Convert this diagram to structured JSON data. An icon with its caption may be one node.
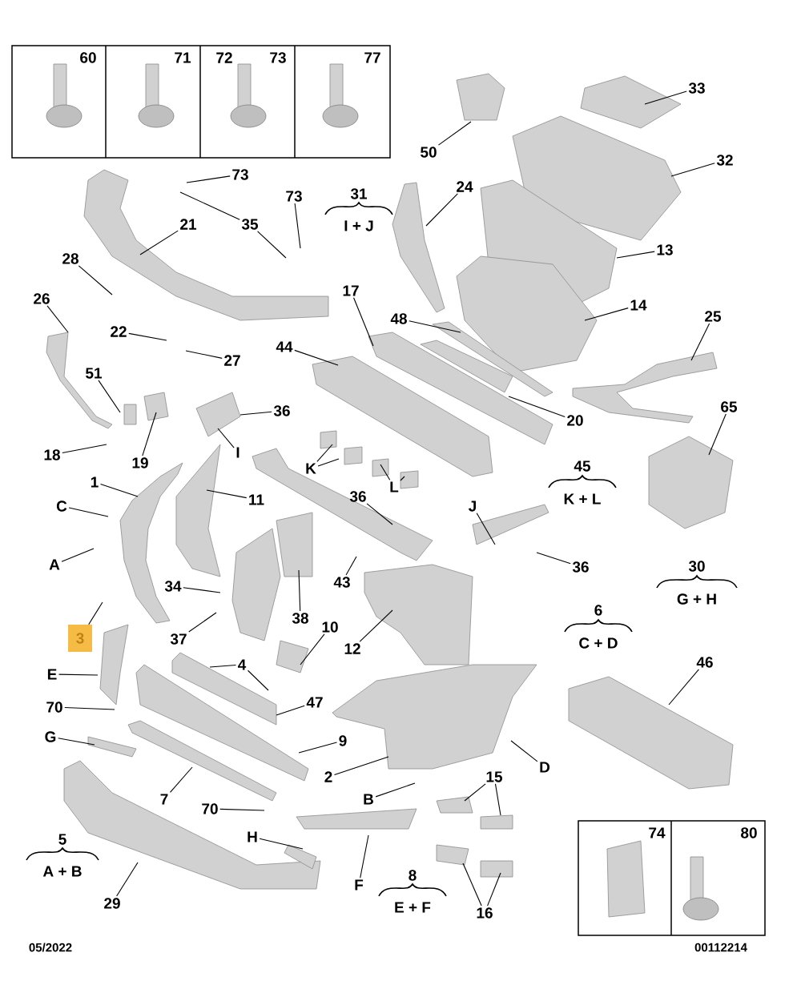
{
  "diagram": {
    "nodes": [
      {
        "text": [
          "33"
        ]
      },
      {
        "text": [
          "32"
        ]
      },
      {
        "text": [
          "50"
        ]
      },
      {
        "text": [
          "73"
        ]
      },
      {
        "text": [
          "24"
        ]
      },
      {
        "text": [
          "73"
        ]
      },
      {
        "text": [
          "35"
        ]
      },
      {
        "text": [
          "21"
        ]
      },
      {
        "text": [
          "13"
        ]
      },
      {
        "text": [
          "28"
        ]
      },
      {
        "text": [
          "17"
        ]
      },
      {
        "text": [
          "26"
        ]
      },
      {
        "text": [
          "14"
        ]
      },
      {
        "text": [
          "25"
        ]
      },
      {
        "text": [
          "48"
        ]
      },
      {
        "text": [
          "22"
        ]
      },
      {
        "text": [
          "44"
        ]
      },
      {
        "text": [
          "27"
        ]
      },
      {
        "text": [
          "51"
        ]
      },
      {
        "text": [
          "36"
        ]
      },
      {
        "text": [
          "65"
        ]
      },
      {
        "text": [
          "20"
        ]
      },
      {
        "text": [
          "I"
        ]
      },
      {
        "text": [
          "18"
        ]
      },
      {
        "text": [
          "19"
        ]
      },
      {
        "text": [
          "K"
        ]
      },
      {
        "text": [
          "1"
        ]
      },
      {
        "text": [
          "L"
        ]
      },
      {
        "text": [
          "36"
        ]
      },
      {
        "text": [
          "11"
        ]
      },
      {
        "text": [
          "C"
        ]
      },
      {
        "text": [
          "J"
        ]
      },
      {
        "text": [
          "A"
        ]
      },
      {
        "text": [
          "36"
        ]
      },
      {
        "text": [
          "43"
        ]
      },
      {
        "text": [
          "34"
        ]
      },
      {
        "text": [
          "38"
        ]
      },
      {
        "text": [
          "10"
        ]
      },
      {
        "text": [
          "3"
        ]
      },
      {
        "text": [
          "37"
        ]
      },
      {
        "text": [
          "12"
        ]
      },
      {
        "text": [
          "46"
        ]
      },
      {
        "text": [
          "E"
        ]
      },
      {
        "text": [
          "4"
        ]
      },
      {
        "text": [
          "70"
        ]
      },
      {
        "text": [
          "47"
        ]
      },
      {
        "text": [
          "G"
        ]
      },
      {
        "text": [
          "9"
        ]
      },
      {
        "text": [
          "D"
        ]
      },
      {
        "text": [
          "2"
        ]
      },
      {
        "text": [
          "15"
        ]
      },
      {
        "text": [
          "7"
        ]
      },
      {
        "text": [
          "B"
        ]
      },
      {
        "text": [
          "70"
        ]
      },
      {
        "text": [
          "H"
        ]
      },
      {
        "text": [
          "F"
        ]
      },
      {
        "text": [
          "16"
        ]
      },
      {
        "text": [
          "29"
        ]
      }
    ],
    "edges": [
      {
        "from": 0,
        "to": null,
        "arrow": "none"
      },
      {
        "from": 1,
        "to": null,
        "arrow": "none"
      },
      {
        "from": 2,
        "to": null,
        "arrow": "none"
      },
      {
        "from": 3,
        "to": null,
        "arrow": "none"
      },
      {
        "from": 4,
        "to": null,
        "arrow": "none"
      },
      {
        "from": 5,
        "to": null,
        "arrow": "none"
      },
      {
        "from": 6,
        "to": null,
        "arrow": "none"
      },
      {
        "from": 6,
        "to": null,
        "arrow": "none"
      },
      {
        "from": 7,
        "to": null,
        "arrow": "none"
      },
      {
        "from": 8,
        "to": null,
        "arrow": "none"
      },
      {
        "from": 9,
        "to": null,
        "arrow": "none"
      },
      {
        "from": 10,
        "to": null,
        "arrow": "none"
      },
      {
        "from": 11,
        "to": null,
        "arrow": "none"
      },
      {
        "from": 12,
        "to": null,
        "arrow": "none"
      },
      {
        "from": 13,
        "to": null,
        "arrow": "none"
      },
      {
        "from": 14,
        "to": null,
        "arrow": "none"
      },
      {
        "from": 15,
        "to": null,
        "arrow": "none"
      },
      {
        "from": 16,
        "to": null,
        "arrow": "none"
      },
      {
        "from": 17,
        "to": null,
        "arrow": "none"
      },
      {
        "from": 18,
        "to": null,
        "arrow": "none"
      },
      {
        "from": 19,
        "to": null,
        "arrow": "none"
      },
      {
        "from": 20,
        "to": null,
        "arrow": "none"
      },
      {
        "from": 21,
        "to": null,
        "arrow": "none"
      },
      {
        "from": 22,
        "to": null,
        "arrow": "none"
      },
      {
        "from": 23,
        "to": null,
        "arrow": "none"
      },
      {
        "from": 24,
        "to": null,
        "arrow": "none"
      },
      {
        "from": 25,
        "to": null,
        "arrow": "none"
      },
      {
        "from": 25,
        "to": null,
        "arrow": "none"
      },
      {
        "from": 26,
        "to": null,
        "arrow": "none"
      },
      {
        "from": 27,
        "to": null,
        "arrow": "none"
      },
      {
        "from": 27,
        "to": null,
        "arrow": "none"
      },
      {
        "from": 28,
        "to": null,
        "arrow": "none"
      },
      {
        "from": 29,
        "to": null,
        "arrow": "none"
      },
      {
        "from": 30,
        "to": null,
        "arrow": "none"
      },
      {
        "from": 31,
        "to": null,
        "arrow": "none"
      },
      {
        "from": 32,
        "to": null,
        "arrow": "none"
      },
      {
        "from": 33,
        "to": null,
        "arrow": "none"
      },
      {
        "from": 34,
        "to": null,
        "arrow": "none"
      },
      {
        "from": 35,
        "to": null,
        "arrow": "none"
      },
      {
        "from": 36,
        "to": null,
        "arrow": "none"
      },
      {
        "from": 37,
        "to": null,
        "arrow": "none"
      },
      {
        "from": 38,
        "to": null,
        "arrow": "none"
      },
      {
        "from": 39,
        "to": null,
        "arrow": "none"
      },
      {
        "from": 40,
        "to": null,
        "arrow": "none"
      },
      {
        "from": 41,
        "to": null,
        "arrow": "none"
      },
      {
        "from": 42,
        "to": null,
        "arrow": "none"
      },
      {
        "from": 43,
        "to": null,
        "arrow": "none"
      },
      {
        "from": 43,
        "to": null,
        "arrow": "none"
      },
      {
        "from": 44,
        "to": null,
        "arrow": "none"
      },
      {
        "from": 45,
        "to": null,
        "arrow": "none"
      },
      {
        "from": 46,
        "to": null,
        "arrow": "none"
      },
      {
        "from": 47,
        "to": null,
        "arrow": "none"
      },
      {
        "from": 48,
        "to": null,
        "arrow": "none"
      },
      {
        "from": 49,
        "to": null,
        "arrow": "none"
      },
      {
        "from": 50,
        "to": null,
        "arrow": "none"
      },
      {
        "from": 50,
        "to": null,
        "arrow": "none"
      },
      {
        "from": 51,
        "to": null,
        "arrow": "none"
      },
      {
        "from": 52,
        "to": null,
        "arrow": "none"
      },
      {
        "from": 53,
        "to": null,
        "arrow": "none"
      },
      {
        "from": 54,
        "to": null,
        "arrow": "none"
      },
      {
        "from": 55,
        "to": null,
        "arrow": "none"
      },
      {
        "from": 56,
        "to": null,
        "arrow": "none"
      },
      {
        "from": 56,
        "to": null,
        "arrow": "none"
      },
      {
        "from": 57,
        "to": null,
        "arrow": "none"
      }
    ],
    "labels": [
      "60",
      "71",
      "72",
      "73",
      "77",
      "31",
      "I + J",
      "45",
      "K + L",
      "30",
      "G + H",
      "6",
      "C + D",
      "5",
      "A + B",
      "8",
      "E + F",
      "74",
      "80",
      "05/2022",
      "00112214"
    ]
  }
}
